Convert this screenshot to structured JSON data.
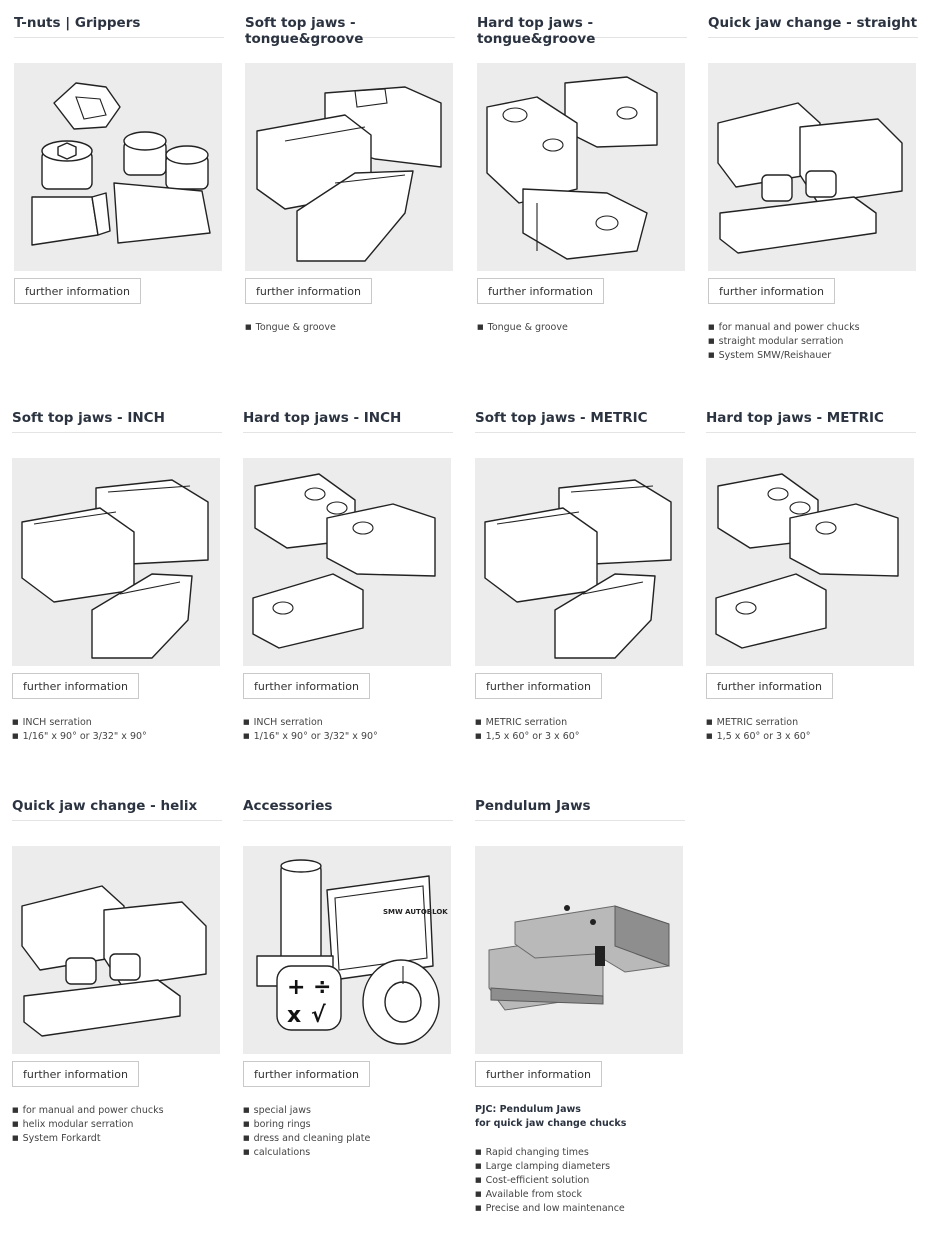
{
  "further_label": "further information",
  "cards": [
    {
      "title": "T-nuts | Grippers",
      "features": []
    },
    {
      "title": "Soft top jaws - tongue&groove",
      "features": [
        "Tongue & groove"
      ]
    },
    {
      "title": "Hard top jaws - tongue&groove",
      "features": [
        "Tongue & groove"
      ]
    },
    {
      "title": "Quick jaw change - straight",
      "features": [
        "for manual and power chucks",
        "straight modular serration",
        "System SMW/Reishauer"
      ]
    },
    {
      "title": "Soft top jaws - INCH",
      "features": [
        "INCH serration",
        "1/16\" x 90° or 3/32\" x 90°"
      ]
    },
    {
      "title": "Hard top jaws - INCH",
      "features": [
        "INCH serration",
        "1/16\" x 90° or 3/32\" x 90°"
      ]
    },
    {
      "title": "Soft top jaws - METRIC",
      "features": [
        "METRIC serration",
        "1,5 x 60° or 3 x 60°"
      ]
    },
    {
      "title": "Hard top jaws - METRIC",
      "features": [
        "METRIC serration",
        "1,5 x 60° or 3 x 60°"
      ]
    },
    {
      "title": "Quick jaw change - helix",
      "features": [
        "for manual and power chucks",
        "helix modular serration",
        "System Forkardt"
      ]
    },
    {
      "title": "Accessories",
      "features": [
        "special jaws",
        "boring rings",
        "dress and cleaning plate",
        "calculations"
      ]
    },
    {
      "title": "Pendulum Jaws",
      "note_line1": "PJC: Pendulum Jaws",
      "note_line2": "for quick jaw change chucks",
      "features": [
        "Rapid changing times",
        "Large clamping diameters",
        "Cost-efficient solution",
        "Available from stock",
        "Precise and low maintenance"
      ]
    }
  ],
  "accessories_logo_text": "SMW AUTOBLOK",
  "accessories_math_symbols": [
    "+",
    "÷",
    "x",
    "√"
  ]
}
